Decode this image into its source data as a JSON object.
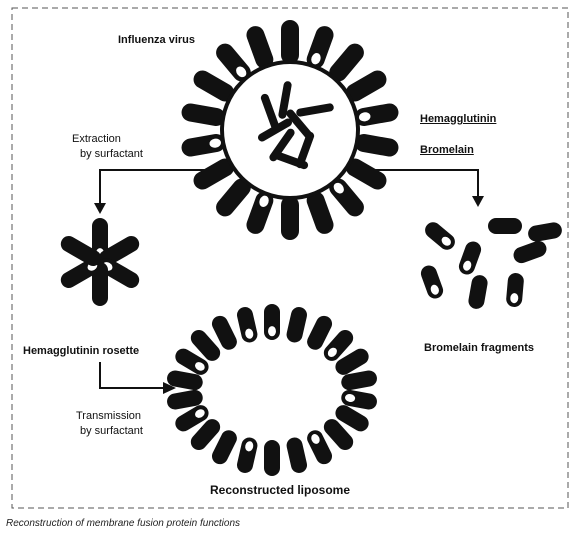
{
  "title_virus": "Influenza virus",
  "enzyme_1": "Hemagglutinin",
  "enzyme_2": "Bromelain",
  "extraction_line1": "Extraction",
  "extraction_line2": "by surfactant",
  "rosette_label": "Hemagglutinin rosette",
  "fragments_label": "Bromelain fragments",
  "transmission_line1": "Transmission",
  "transmission_line2": "by surfactant",
  "liposome_label": "Reconstructed liposome",
  "caption": "Reconstruction of membrane fusion protein functions",
  "colors": {
    "ink": "#111111",
    "background": "#ffffff"
  }
}
